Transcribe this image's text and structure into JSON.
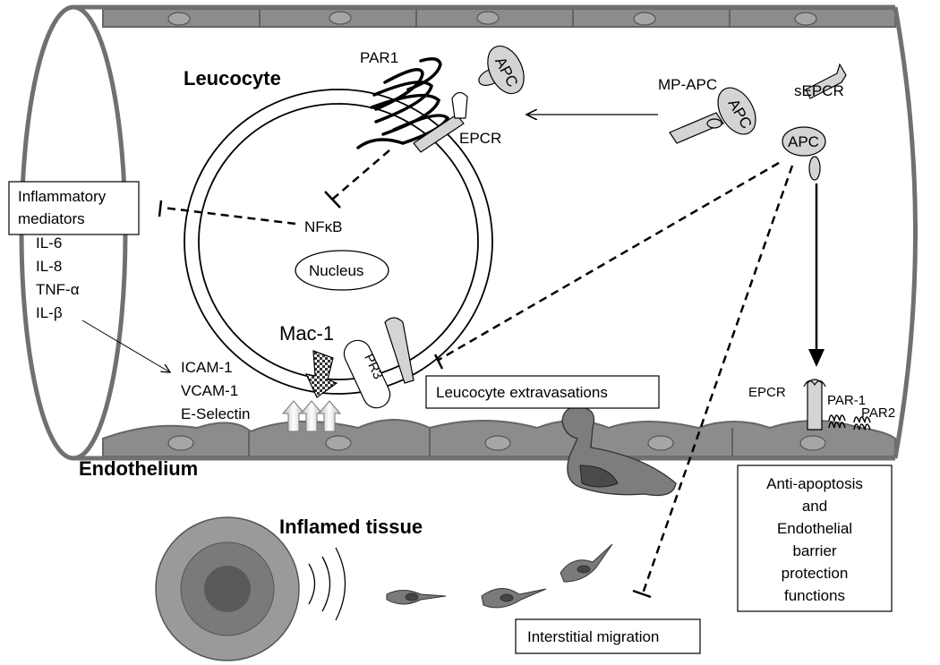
{
  "labels": {
    "leucocyte": "Leucocyte",
    "par1": "PAR1",
    "apc_top": "APC",
    "mp_apc": "MP-APC",
    "apc_mp": "APC",
    "sepcr": "sEPCR",
    "epcr_top": "EPCR",
    "apc_right": "APC",
    "nfkb": "NFκB",
    "nucleus": "Nucleus",
    "mac1": "Mac-1",
    "pr3": "PR3",
    "leucocyte_extravasations": "Leucocyte extravasations",
    "epcr_bottom": "EPCR",
    "par_1": "PAR-1",
    "par2": "PAR2",
    "endothelium": "Endothelium",
    "inflamed_tissue": "Inflamed tissue",
    "interstitial_migration": "Interstitial migration"
  },
  "inflammatory_mediators": {
    "title_line1": "Inflammatory",
    "title_line2": "mediators",
    "items": [
      "IL-6",
      "IL-8",
      "TNF-α",
      "IL-β"
    ]
  },
  "adhesion_molecules": [
    "ICAM-1",
    "VCAM-1",
    "E-Selectin"
  ],
  "protection_box": {
    "lines": [
      "Anti-apoptosis",
      "and",
      "Endothelial",
      "barrier",
      "protection",
      "functions"
    ]
  },
  "colors": {
    "endothelium_fill": "#8c8c8c",
    "nucleus_fill": "#a6a6a6",
    "vessel_outline": "#707070",
    "receptor_light": "#d4d4d4",
    "tissue_outer": "#9a9a9a",
    "tissue_mid": "#7a7a7a",
    "tissue_core": "#5a5a5a"
  }
}
